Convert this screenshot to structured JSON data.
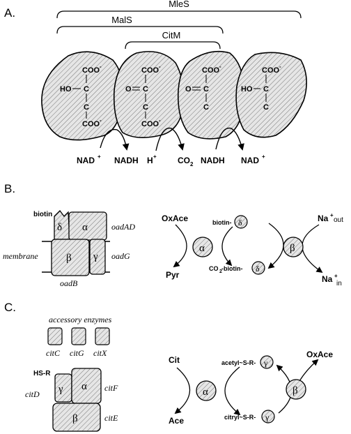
{
  "panels": {
    "a": "A.",
    "b": "B.",
    "c": "C."
  },
  "panel_a": {
    "brackets": [
      "MleS",
      "MalS",
      "CitM"
    ],
    "sub1": {
      "top": "COO",
      "mid_pre": "HO",
      "mid": "C",
      "c2": "C",
      "bot": "COO"
    },
    "sub2": {
      "top": "COO",
      "mid_pre": "O",
      "mid": "C",
      "c2": "C",
      "bot": "COO"
    },
    "sub3": {
      "top": "COO",
      "mid_pre": "O",
      "mid": "C",
      "c2": "C"
    },
    "sub4": {
      "top": "COO",
      "mid_pre": "HO",
      "mid": "C",
      "c2": "C"
    },
    "charge": "-",
    "cofactors": {
      "nad_plus_1": "NAD",
      "nadh_1": "NADH",
      "h_plus": "H",
      "co2": "CO",
      "co2_sub": "2",
      "nadh_2": "NADH",
      "nad_plus_2": "NAD",
      "plus": "+"
    }
  },
  "panel_b": {
    "biotin": "biotin",
    "delta": "δ",
    "alpha": "α",
    "beta": "β",
    "gamma": "γ",
    "oadAD": "oadAD",
    "oadG": "oadG",
    "oadB": "oadB",
    "membrane": "membrane",
    "oxace": "OxAce",
    "pyr": "Pyr",
    "biotin_delta": "biotin-",
    "co2_biotin": "CO",
    "co2_biotin_sub": "2",
    "co2_biotin_rest": " -biotin-",
    "na": "Na",
    "na_sup": "+",
    "out": "out",
    "in": "in"
  },
  "panel_c": {
    "accessory": "accessory enzymes",
    "citC": "citC",
    "citG": "citG",
    "citX": "citX",
    "hsr": "HS-R",
    "citD": "citD",
    "citF": "citF",
    "citE": "citE",
    "gamma": "γ",
    "alpha": "α",
    "beta": "β",
    "cit": "Cit",
    "ace": "Ace",
    "acetyl": "acetyl~S-R-",
    "citryl": "citryl~S-R-",
    "oxace": "OxAce"
  }
}
